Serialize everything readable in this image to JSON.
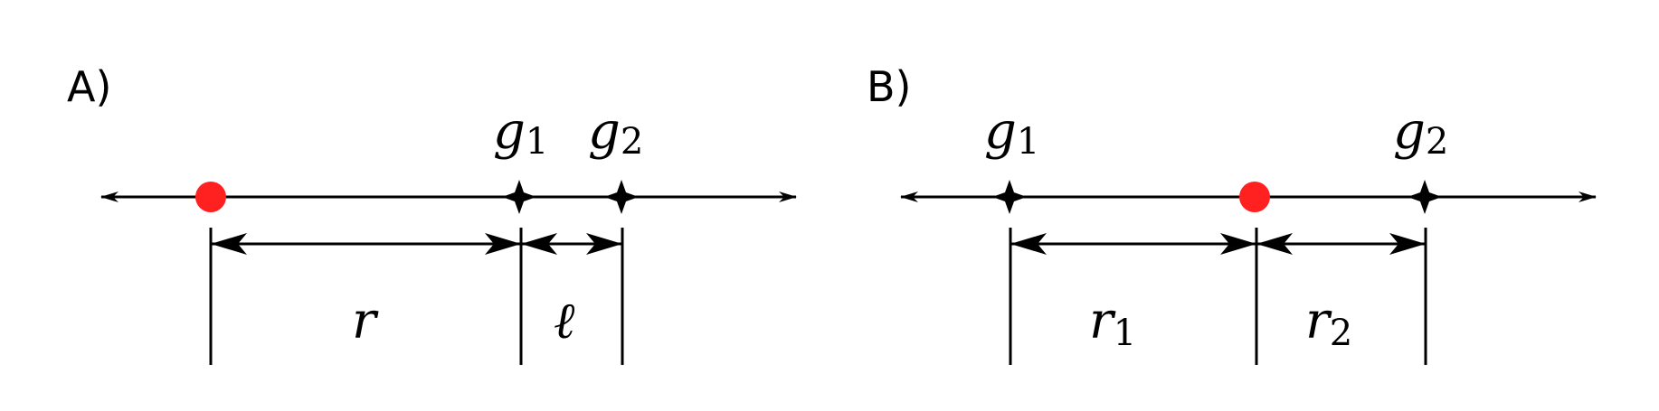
{
  "panels": {
    "a": {
      "label": "A)",
      "g1": {
        "base": "g",
        "sub": "1"
      },
      "g2": {
        "base": "g",
        "sub": "2"
      },
      "r": "r",
      "l": "ℓ"
    },
    "b": {
      "label": "B)",
      "g1": {
        "base": "g",
        "sub": "1"
      },
      "g2": {
        "base": "g",
        "sub": "2"
      },
      "r1": {
        "base": "r",
        "sub": "1"
      },
      "r2": {
        "base": "r",
        "sub": "2"
      }
    }
  },
  "colors": {
    "point": "#ff2020",
    "line": "#000000"
  }
}
